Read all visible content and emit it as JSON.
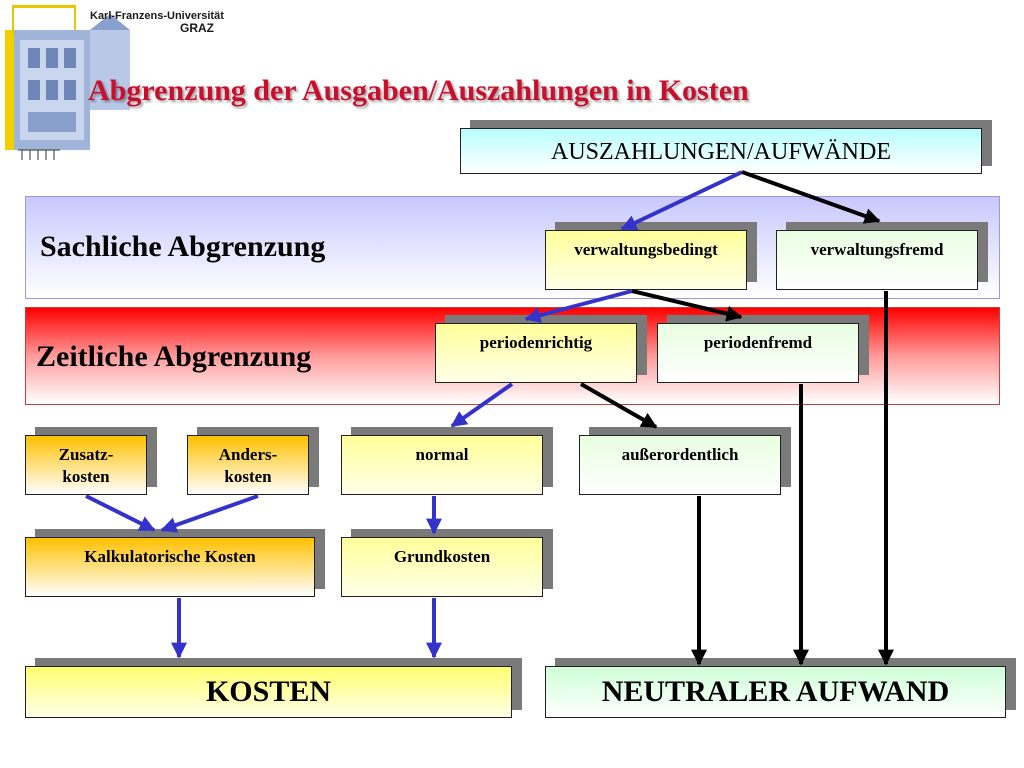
{
  "header": {
    "university_name": "Karl-Franzens-Universität",
    "university_city": "GRAZ",
    "title": "Abgrenzung der Ausgaben/Auszahlungen in Kosten"
  },
  "bands": {
    "sachlich_label": "Sachliche Abgrenzung",
    "zeitlich_label": "Zeitliche Abgrenzung"
  },
  "boxes": {
    "auszahlungen": "AUSZAHLUNGEN/AUFWÄNDE",
    "verwaltungsbedingt": "verwaltungsbedingt",
    "verwaltungsfremd": "verwaltungsfremd",
    "periodenrichtig": "periodenrichtig",
    "periodenfremd": "periodenfremd",
    "zusatzkosten_line1": "Zusatz-",
    "zusatzkosten_line2": "kosten",
    "anderskosten_line1": "Anders-",
    "anderskosten_line2": "kosten",
    "normal": "normal",
    "ausserordentlich": "außerordentlich",
    "kalkulatorische_kosten": "Kalkulatorische Kosten",
    "grundkosten": "Grundkosten",
    "kosten": "KOSTEN",
    "neutraler_aufwand": "NEUTRALER AUFWAND"
  },
  "colors": {
    "title": "#c8102e",
    "arrow_blue": "#3333cc",
    "arrow_black": "#000000"
  }
}
